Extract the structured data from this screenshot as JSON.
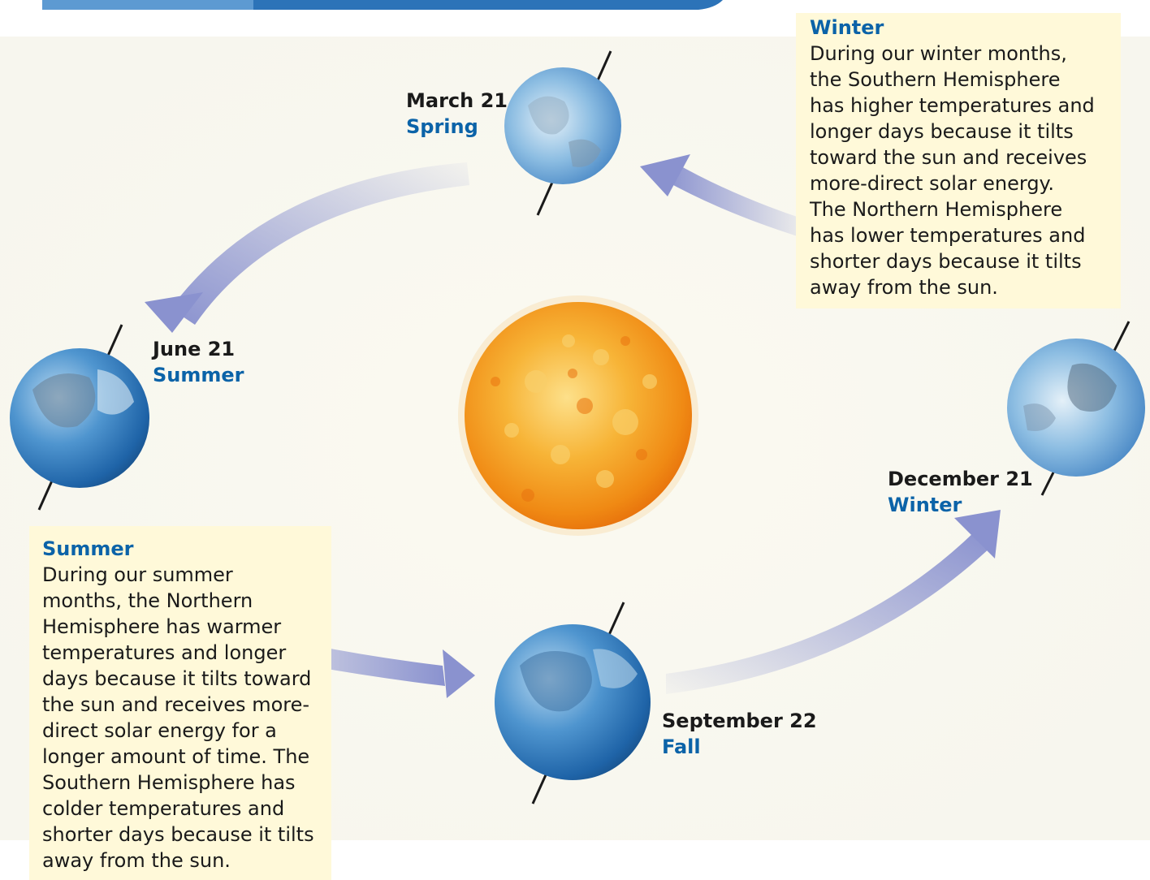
{
  "diagram": {
    "positions": [
      {
        "id": "march",
        "date": "March 21",
        "season": "Spring"
      },
      {
        "id": "june",
        "date": "June 21",
        "season": "Summer"
      },
      {
        "id": "september",
        "date": "September 22",
        "season": "Fall"
      },
      {
        "id": "december",
        "date": "December 21",
        "season": "Winter"
      }
    ],
    "notes": {
      "winter": {
        "title": "Winter",
        "lines": [
          "During our winter months,",
          "the Southern Hemisphere",
          "has higher temperatures and",
          "longer days because it tilts",
          "toward the sun and receives",
          "more-direct solar energy.",
          "The Northern Hemisphere",
          "has lower temperatures and",
          "shorter days because it tilts",
          "away from the sun."
        ]
      },
      "summer": {
        "title": "Summer",
        "lines": [
          "During our summer",
          "months, the Northern",
          "Hemisphere has warmer",
          "temperatures and longer",
          "days because it tilts toward",
          "the sun and receives more-",
          "direct solar energy for a",
          "longer amount of time. The",
          "Southern Hemisphere has",
          "colder temperatures and",
          "shorter days because it tilts",
          "away from the sun."
        ]
      }
    },
    "colors": {
      "season_label": "#0b63a8",
      "note_background": "#fff9d9",
      "arrow": "#8a92cf",
      "earth": "#2a7ac0",
      "sun": "#f6a21a"
    }
  }
}
